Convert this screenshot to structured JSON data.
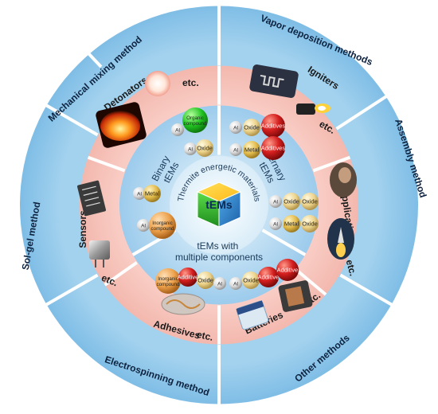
{
  "center": {
    "line1": "Thermite energetic materials",
    "line2": "tEMs"
  },
  "categories": {
    "binary": [
      "Binary",
      "tEMs"
    ],
    "ternary": [
      "Ternary",
      "tEMs"
    ],
    "multiple": [
      "tEMs with",
      "multiple components"
    ]
  },
  "spheres": {
    "binary": [
      [
        "Al",
        "Organic",
        "compound"
      ],
      [
        "Al",
        "Oxide"
      ],
      [
        "Al",
        "Metal"
      ],
      [
        "Al",
        "Inorganic",
        "compound"
      ]
    ],
    "ternary": [
      [
        "Al",
        "Oxide",
        "Additives"
      ],
      [
        "Al",
        "Metal",
        "Additives"
      ],
      [
        "Al",
        "Oxide",
        "Oxide"
      ],
      [
        "Al",
        "Metal",
        "Oxide"
      ]
    ],
    "multiple": [
      [
        "Inorganic",
        "compound"
      ],
      [
        "Additive"
      ],
      [
        "Oxide"
      ],
      [
        "Al"
      ],
      [
        "Al"
      ],
      [
        "Oxide"
      ],
      [
        "Additive"
      ],
      [
        "Additive"
      ]
    ]
  },
  "applications": {
    "detonators": "Detonators",
    "igniters": "Igniters",
    "other_applications": "Other applications",
    "batteries": "Batteries",
    "adhesives": "Adhesives",
    "sensors": "Sensors",
    "etc": "etc."
  },
  "methods": {
    "mechanical_mixing": "Mechanical mixing method",
    "vapor_deposition": "Vapor deposition methods",
    "assembly": "Assembly method",
    "other": "Other methods",
    "electrospinning": "Electrospinning method",
    "sol_gel": "Sol-gel method"
  },
  "colors": {
    "outer_ring": "#a9d6ef",
    "middle_ring": "#f8c9c2",
    "inner_disc": "#bcdcf2",
    "al": "#e6e6e6",
    "oxide": "#f0dc9c",
    "organic": "#22c522",
    "metal": "#e6c25e",
    "inorganic": "#eba248",
    "additive": "#d82020"
  }
}
